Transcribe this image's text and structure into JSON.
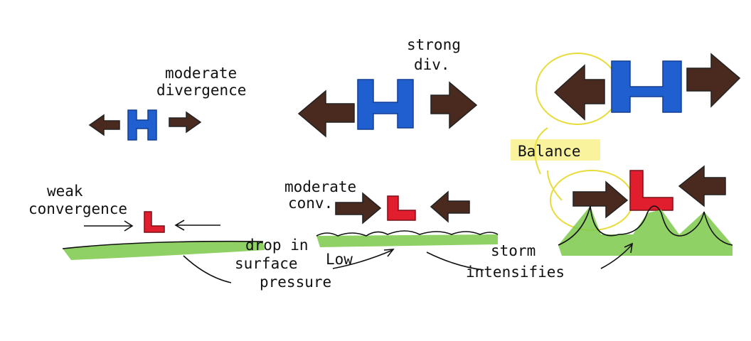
{
  "colors": {
    "high": "#1f5fd0",
    "low": "#e01e2e",
    "arrow": "#4a2a1e",
    "ground": "#7cc94a",
    "highlight": "#f3ea4a"
  },
  "panel1": {
    "high_letter": "H",
    "low_letter": "L",
    "upper_label_1": "moderate",
    "upper_label_2": "divergence",
    "lower_label_1": "weak",
    "lower_label_2": "convergence"
  },
  "panel2": {
    "high_letter": "H",
    "low_letter": "L",
    "upper_label_1": "strong",
    "upper_label_2": "div.",
    "lower_label_1": "moderate",
    "lower_label_2": "conv."
  },
  "panel3": {
    "high_letter": "H",
    "low_letter": "L",
    "balance_label": "Balance"
  },
  "annotations": {
    "drop_1": "drop in",
    "drop_2": "surface",
    "drop_3": "pressure",
    "low": "Low",
    "storm_1": "storm",
    "storm_2": "intensifies"
  }
}
